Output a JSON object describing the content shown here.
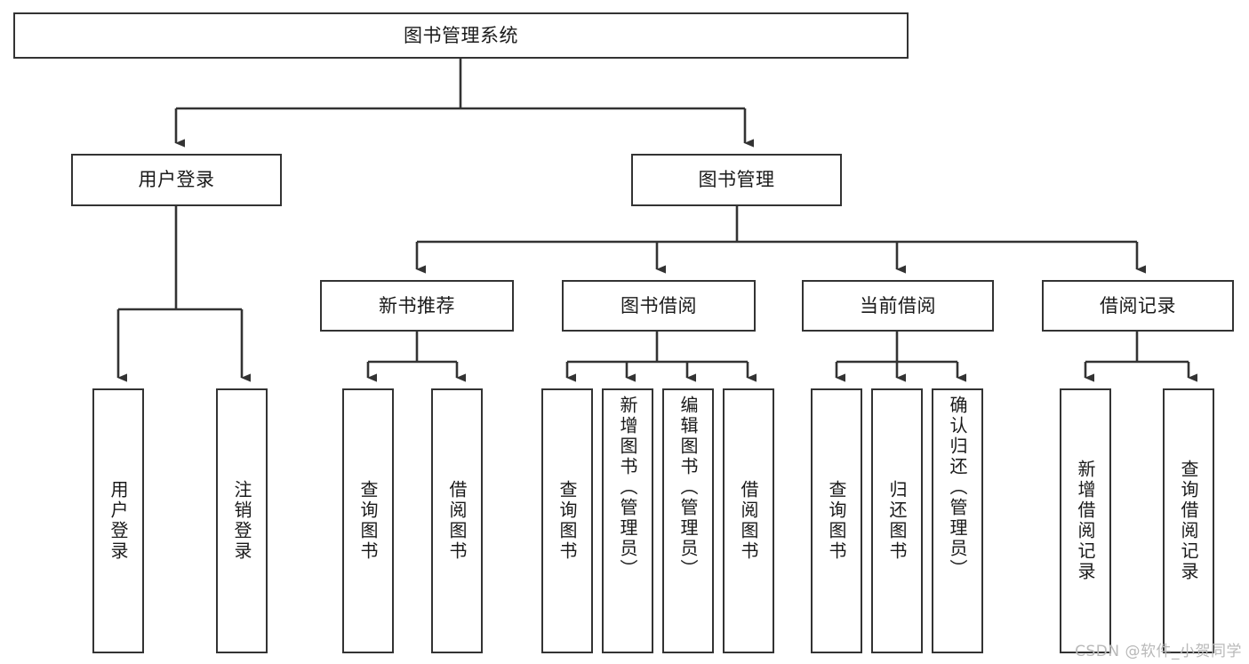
{
  "diagram": {
    "title": "图书管理系统",
    "type": "tree-hierarchy",
    "stroke_color": "#333333",
    "fill_color": "#ffffff",
    "text_color": "#1a1a1a",
    "root": {
      "label": "图书管理系统"
    },
    "level1": [
      {
        "label": "用户登录"
      },
      {
        "label": "图书管理"
      }
    ],
    "level2": [
      {
        "label": "新书推荐"
      },
      {
        "label": "图书借阅"
      },
      {
        "label": "当前借阅"
      },
      {
        "label": "借阅记录"
      }
    ],
    "leaves": {
      "user_login": [
        {
          "label": "用户登录"
        },
        {
          "label": "注销登录"
        }
      ],
      "new_book_recommend": [
        {
          "label": "查询图书"
        },
        {
          "label": "借阅图书"
        }
      ],
      "book_borrow": [
        {
          "label": "查询图书"
        },
        {
          "label": "新增图书（管理员）"
        },
        {
          "label": "编辑图书（管理员）"
        },
        {
          "label": "借阅图书"
        }
      ],
      "current_borrow": [
        {
          "label": "查询图书"
        },
        {
          "label": "归还图书"
        },
        {
          "label": "确认归还（管理员）"
        }
      ],
      "borrow_record": [
        {
          "label": "新增借阅记录"
        },
        {
          "label": "查询借阅记录"
        }
      ]
    }
  },
  "watermark": {
    "text": "CSDN @软件_小贺同学"
  }
}
